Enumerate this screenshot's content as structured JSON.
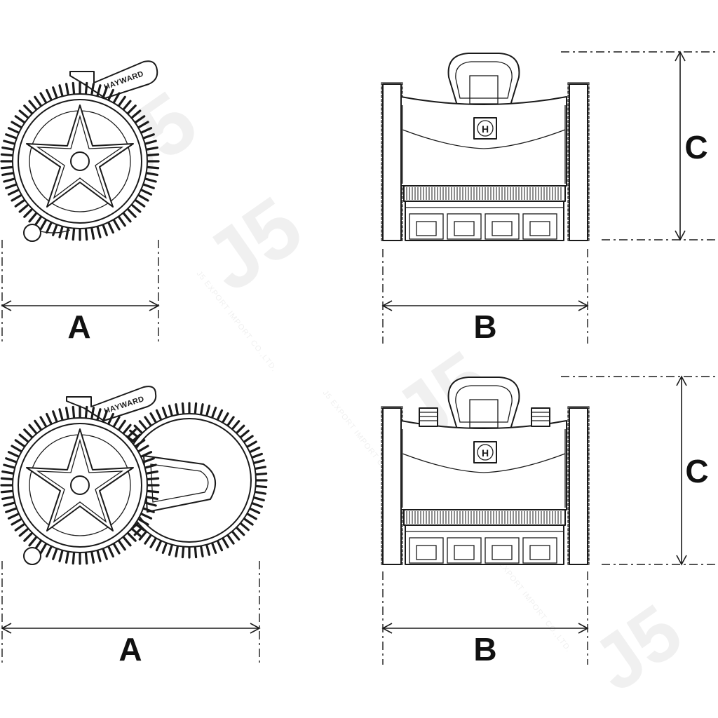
{
  "labels": {
    "top_side_width": "A",
    "top_front_width": "B",
    "top_front_height": "C",
    "bottom_side_width": "A",
    "bottom_front_width": "B",
    "bottom_front_height": "C"
  },
  "brand": {
    "top_handle": "HAYWARD",
    "bottom_handle": "HAYWARD",
    "top_badge": "H",
    "bottom_badge": "H"
  },
  "watermark": {
    "logo": "J5",
    "text": "J5 EXPORT IMPORT CO.,LTD."
  }
}
